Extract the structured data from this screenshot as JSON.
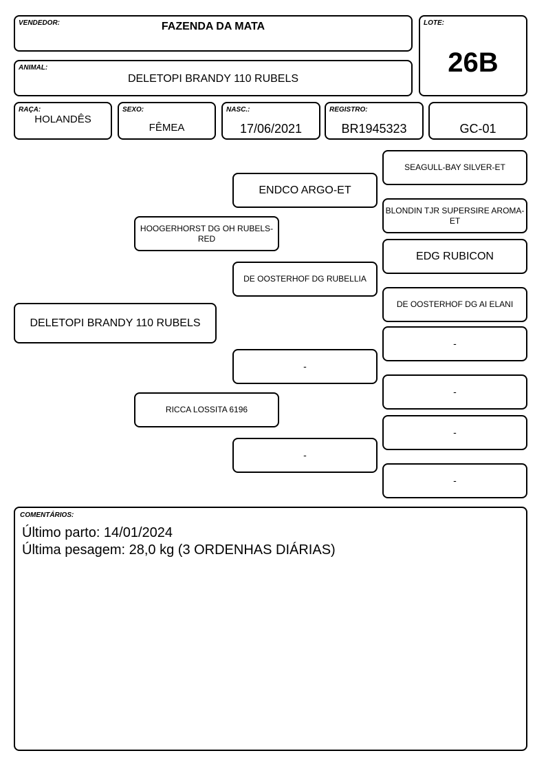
{
  "header": {
    "vendedor": {
      "label": "VENDEDOR:",
      "value": "FAZENDA DA MATA"
    },
    "lote": {
      "label": "LOTE:",
      "value": "26B"
    },
    "animal": {
      "label": "ANIMAL:",
      "value": "DELETOPI BRANDY 110 RUBELS"
    }
  },
  "info": {
    "raca": {
      "label": "RAÇA:",
      "value": "HOLANDÊS"
    },
    "sexo": {
      "label": "SEXO:",
      "value": "FÊMEA"
    },
    "nasc": {
      "label": "NASC.:",
      "value": "17/06/2021"
    },
    "registro": {
      "label": "REGISTRO:",
      "value": "BR1945323"
    },
    "codigo": {
      "value": "GC-01"
    }
  },
  "pedigree": {
    "animal": "DELETOPI BRANDY 110 RUBELS",
    "sire": "HOOGERHORST DG OH RUBELS-RED",
    "dam": "RICCA LOSSITA 6196",
    "sire_sire": "ENDCO ARGO-ET",
    "sire_dam": "DE OOSTERHOF DG RUBELLIA",
    "dam_sire": "-",
    "dam_dam": "-",
    "sire_sire_sire": "SEAGULL-BAY SILVER-ET",
    "sire_sire_dam": "BLONDIN TJR SUPERSIRE AROMA-ET",
    "sire_dam_sire": "EDG RUBICON",
    "sire_dam_dam": "DE OOSTERHOF DG AI ELANI",
    "dam_sire_sire": "-",
    "dam_sire_dam": "-",
    "dam_dam_sire": "-",
    "dam_dam_dam": "-"
  },
  "comments": {
    "label": "COMENTÁRIOS:",
    "lines": [
      "Último parto: 14/01/2024",
      "Última pesagem: 28,0 kg (3 ORDENHAS DIÁRIAS)"
    ]
  }
}
